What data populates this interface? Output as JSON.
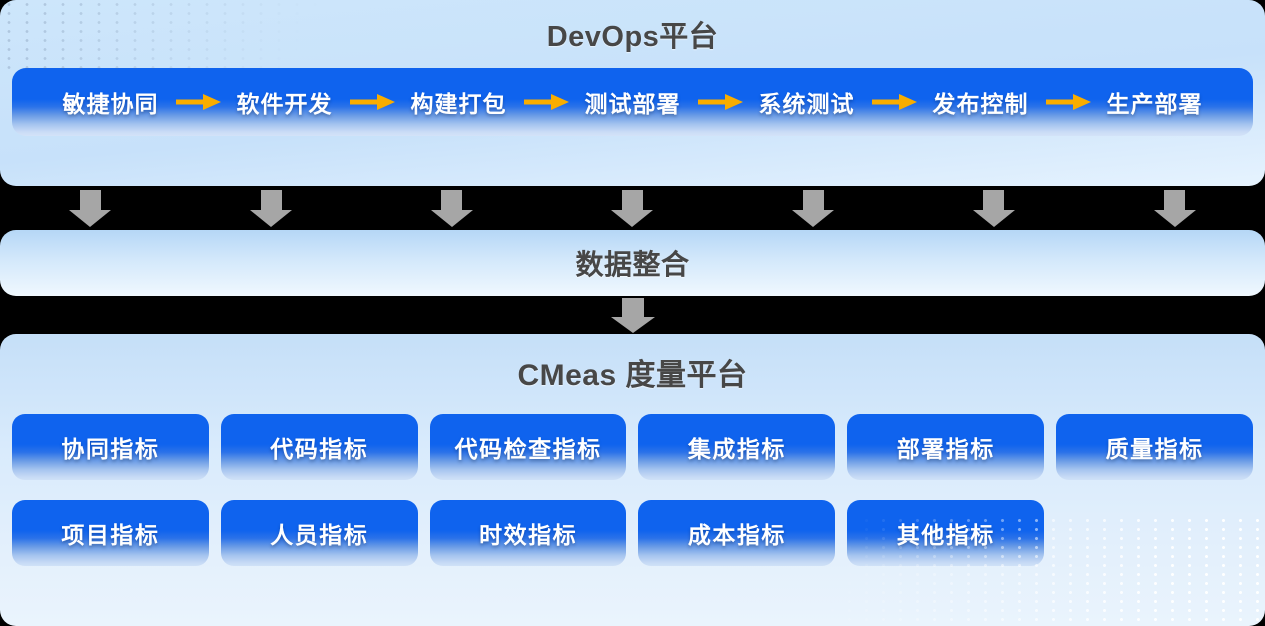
{
  "colors": {
    "bg_black": "#000000",
    "accent_blue": "#0f63ee",
    "arrow_orange": "#f9ad00",
    "arrow_gray": "#a6a6a6",
    "heading_color": "#474747",
    "button_text": "#ffffff"
  },
  "devops_panel": {
    "title": "DevOps平台",
    "stages": [
      "敏捷协同",
      "软件开发",
      "构建打包",
      "测试部署",
      "系统测试",
      "发布控制",
      "生产部署"
    ]
  },
  "integration_arrows": [
    "",
    "",
    "",
    "",
    "",
    "",
    ""
  ],
  "integration_panel": {
    "title": "数据整合"
  },
  "cmeas_panel": {
    "title": "CMeas 度量平台",
    "metrics_row1": [
      "协同指标",
      "代码指标",
      "代码检查指标",
      "集成指标",
      "部署指标",
      "质量指标"
    ],
    "metrics_row2": [
      "项目指标",
      "人员指标",
      "时效指标",
      "成本指标",
      "其他指标"
    ]
  }
}
